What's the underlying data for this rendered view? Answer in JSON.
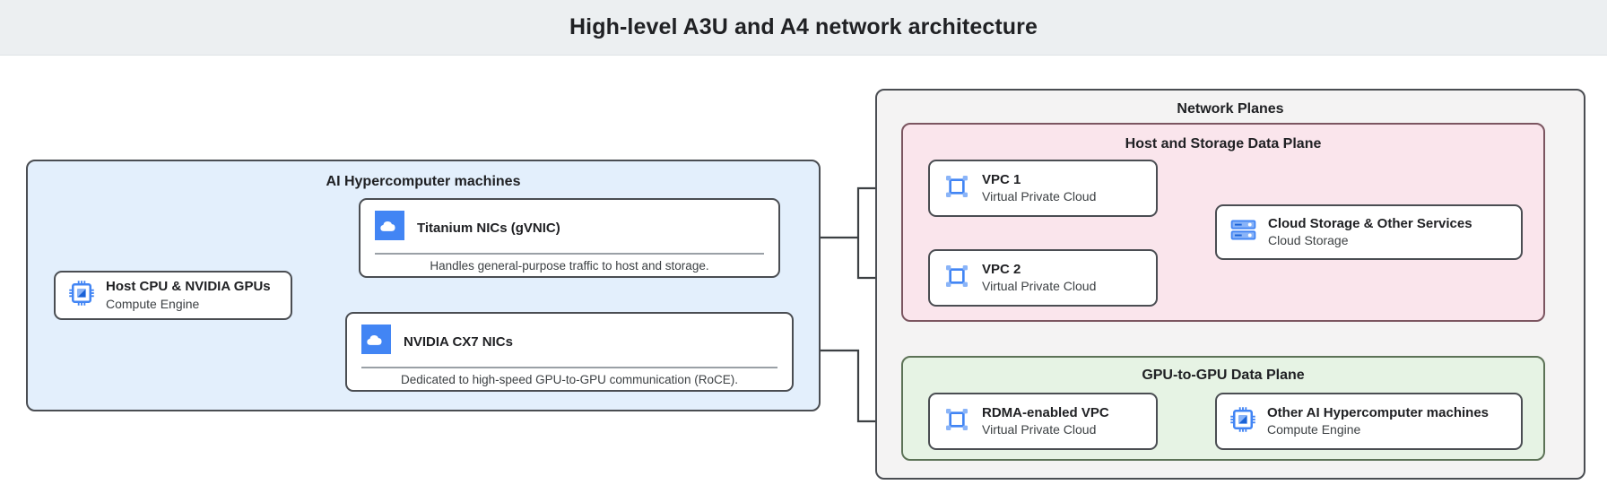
{
  "header": {
    "title": "High-level A3U and A4 network architecture"
  },
  "groups": {
    "machines": {
      "label": "AI Hypercomputer machines",
      "bg": "#e3effc"
    },
    "network_planes": {
      "label": "Network Planes",
      "bg": "#f4f3f3"
    },
    "host_storage_plane": {
      "label": "Host and Storage Data Plane",
      "bg": "#fae5ec"
    },
    "gpu_plane": {
      "label": "GPU-to-GPU Data Plane",
      "bg": "#e6f3e4"
    }
  },
  "nodes": {
    "host_cpu": {
      "title": "Host CPU & NVIDIA GPUs",
      "subtitle": "Compute Engine",
      "icon": "cpu-chip-icon"
    },
    "titanium_nics": {
      "title": "Titanium NICs (gVNIC)",
      "description": "Handles general-purpose traffic to host and storage.",
      "icon": "cloud-icon"
    },
    "cx7_nics": {
      "title": "NVIDIA CX7 NICs",
      "description": "Dedicated to high-speed GPU-to-GPU communication (RoCE).",
      "icon": "cloud-icon"
    },
    "vpc1": {
      "title": "VPC 1",
      "subtitle": "Virtual Private Cloud",
      "icon": "vpc-icon"
    },
    "vpc2": {
      "title": "VPC 2",
      "subtitle": "Virtual Private Cloud",
      "icon": "vpc-icon"
    },
    "cloud_storage": {
      "title": "Cloud Storage & Other Services",
      "subtitle": "Cloud Storage",
      "icon": "cloud-storage-icon"
    },
    "rdma_vpc": {
      "title": "RDMA-enabled VPC",
      "subtitle": "Virtual Private Cloud",
      "icon": "vpc-icon"
    },
    "other_machines": {
      "title": "Other AI Hypercomputer machines",
      "subtitle": "Compute Engine",
      "icon": "cpu-chip-icon"
    }
  },
  "colors": {
    "title_bar": "#eceff1",
    "machines_fill": "#e3effc",
    "planes_fill": "#f4f3f3",
    "host_storage_fill": "#fae5ec",
    "gpu_fill": "#e6f3e4",
    "border": "#4a4d52",
    "icon_blue": "#4285f4",
    "icon_blue_light": "#8ab4f8",
    "text": "#202124",
    "connector": "#3c4043"
  },
  "connections": [
    {
      "from": "host_cpu",
      "to": "titanium_nics"
    },
    {
      "from": "host_cpu",
      "to": "cx7_nics"
    },
    {
      "from": "titanium_nics",
      "to": "vpc1"
    },
    {
      "from": "titanium_nics",
      "to": "vpc2"
    },
    {
      "from": "vpc1",
      "to": "cloud_storage"
    },
    {
      "from": "vpc2",
      "to": "cloud_storage"
    },
    {
      "from": "cx7_nics",
      "to": "rdma_vpc"
    },
    {
      "from": "rdma_vpc",
      "to": "other_machines"
    }
  ]
}
